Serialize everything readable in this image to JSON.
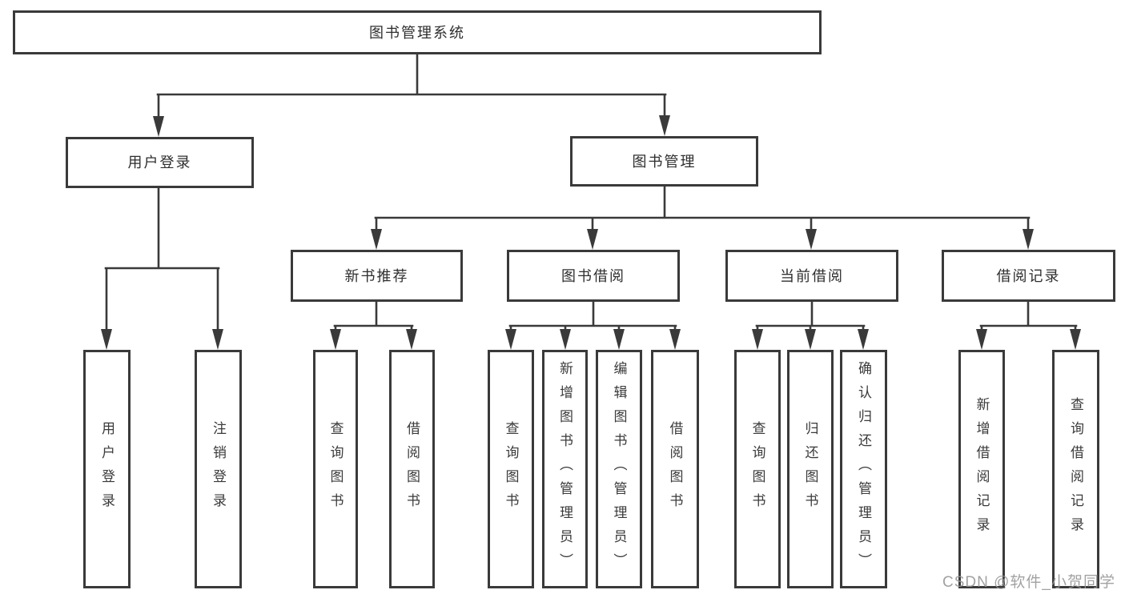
{
  "diagram_title": "图书管理系统",
  "tree": {
    "label": "图书管理系统",
    "children": [
      {
        "label": "用户登录",
        "children": [
          {
            "label": "用户登录"
          },
          {
            "label": "注销登录"
          }
        ]
      },
      {
        "label": "图书管理",
        "children": [
          {
            "label": "新书推荐",
            "children": [
              {
                "label": "查询图书"
              },
              {
                "label": "借阅图书"
              }
            ]
          },
          {
            "label": "图书借阅",
            "children": [
              {
                "label": "查询图书"
              },
              {
                "label": "新增图书（管理员）"
              },
              {
                "label": "编辑图书（管理员）"
              },
              {
                "label": "借阅图书"
              }
            ]
          },
          {
            "label": "当前借阅",
            "children": [
              {
                "label": "查询图书"
              },
              {
                "label": "归还图书"
              },
              {
                "label": "确认归还（管理员）"
              }
            ]
          },
          {
            "label": "借阅记录",
            "children": [
              {
                "label": "新增借阅记录"
              },
              {
                "label": "查询借阅记录"
              }
            ]
          }
        ]
      }
    ]
  },
  "watermark": {
    "text": "CSDN @软件_小贺同学"
  },
  "colors": {
    "line": "#3a3a3a",
    "box_border": "#3a3a3a",
    "text": "#2e2e2e",
    "watermark": "#969494",
    "background": "#ffffff"
  }
}
